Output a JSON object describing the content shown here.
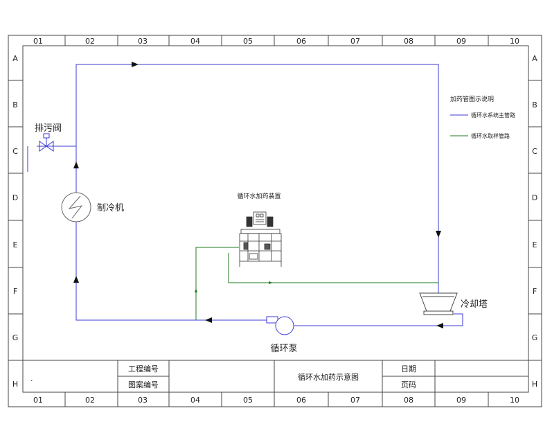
{
  "grid": {
    "cols": [
      "01",
      "02",
      "03",
      "04",
      "05",
      "06",
      "07",
      "08",
      "09",
      "10"
    ],
    "rows": [
      "A",
      "B",
      "C",
      "D",
      "E",
      "F",
      "G",
      "H"
    ]
  },
  "labels": {
    "drain_valve": "排污阀",
    "chiller": "制冷机",
    "dosing_unit": "循环水加药装置",
    "cooling_tower": "冷却塔",
    "circ_pump": "循环泵"
  },
  "legend": {
    "title": "加药管图示说明",
    "items": [
      {
        "label": "循环水系统主管路",
        "color": "#3a3ad6"
      },
      {
        "label": "循环水取样管路",
        "color": "#1f7a1f"
      }
    ]
  },
  "title_block": {
    "mark": ".",
    "project_no_label": "工程编号",
    "drawing_no_label": "图案编号",
    "drawing_title": "循环水加药示意图",
    "date_label": "日期",
    "page_label": "页码"
  },
  "colors": {
    "main_pipe": "#3a3ad6",
    "sample_pipe": "#1f7a1f",
    "frame": "#444444"
  }
}
